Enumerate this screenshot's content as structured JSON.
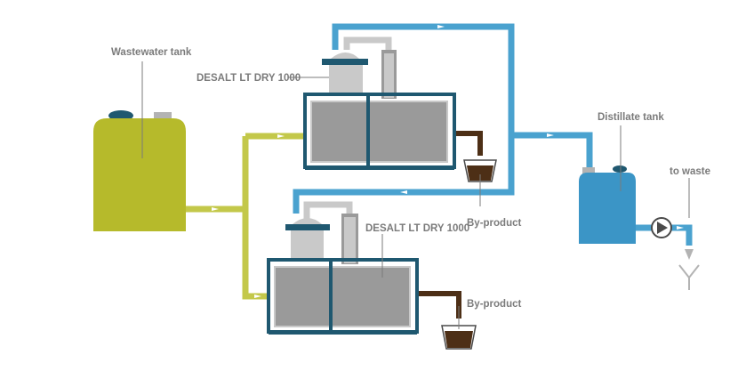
{
  "labels": {
    "wastewater_tank": "Wastewater tank",
    "unit_top": "DESALT LT DRY 1000",
    "unit_bottom": "DESALT LT DRY 1000",
    "byproduct_top": "By-product",
    "byproduct_bottom": "By-product",
    "distillate_tank": "Distillate tank",
    "to_waste": "to waste"
  },
  "colors": {
    "wastewater": "#b6ba2b",
    "wastewater_pipe": "#c3c84a",
    "distillate": "#3b95c6",
    "distillate_pipe": "#4aa2cf",
    "frame": "#1f5870",
    "unit_fill": "#9a9a9a",
    "column": "#c9c9c9",
    "byproduct": "#4d2f16",
    "label": "#7b7b7b"
  }
}
